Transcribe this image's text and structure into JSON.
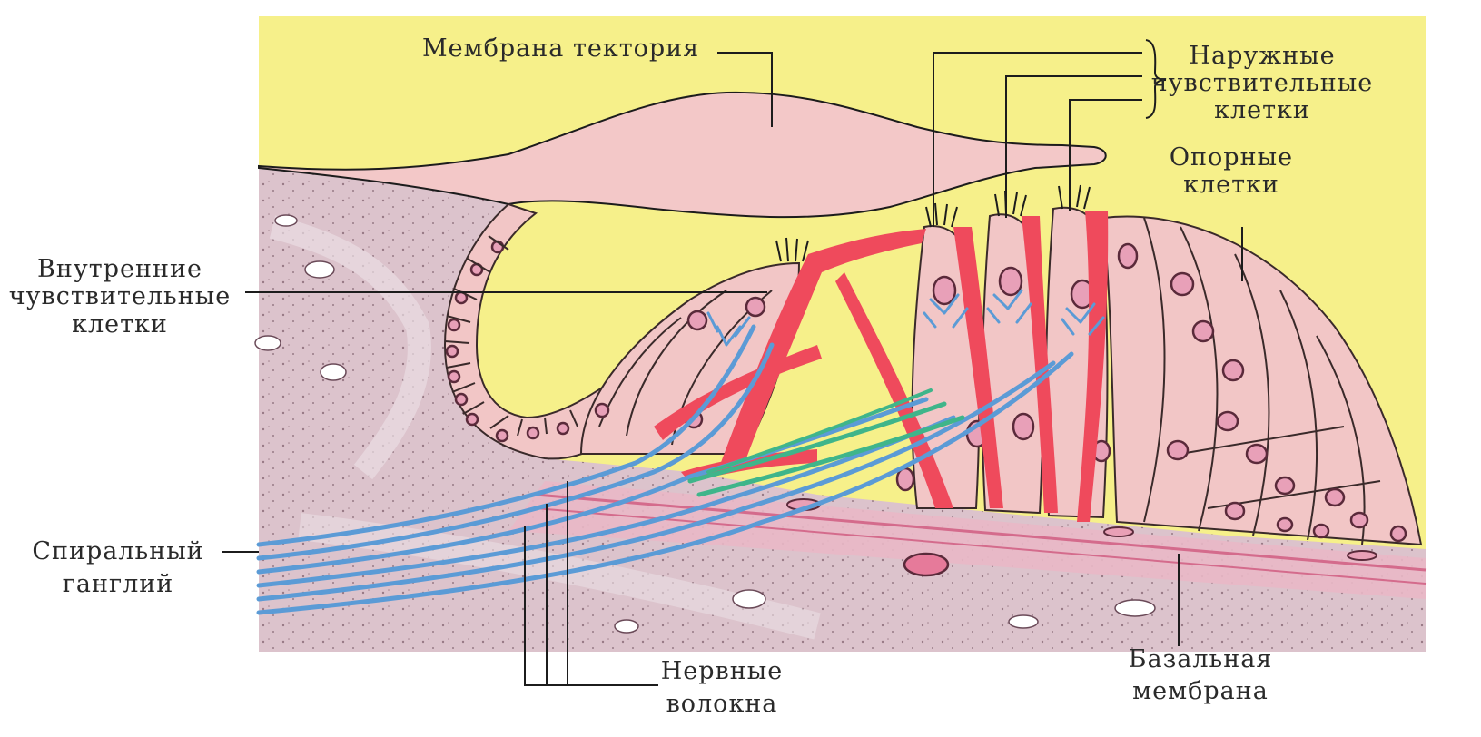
{
  "colors": {
    "endolymph": "#f6f08a",
    "tissue": "#dcc3cc",
    "cell": "#f2c6c6",
    "support_red": "#ef4a5c",
    "nerve_blue": "#5b9bd6",
    "nerve_green": "#3fb58a"
  },
  "labels": {
    "tectorial_membrane": "Мембрана тектория",
    "outer_hair_cells": [
      "Наружные",
      "чувствительные",
      "клетки"
    ],
    "supporting_cells": [
      "Опорные",
      "клетки"
    ],
    "inner_hair_cells": [
      "Внутренние",
      "чувствительные",
      "клетки"
    ],
    "spiral_ganglion": [
      "Спиральный",
      "ганглий"
    ],
    "nerve_fibers": [
      "Нервные",
      "волокна"
    ],
    "basilar_membrane": [
      "Базальная",
      "мембрана"
    ]
  }
}
